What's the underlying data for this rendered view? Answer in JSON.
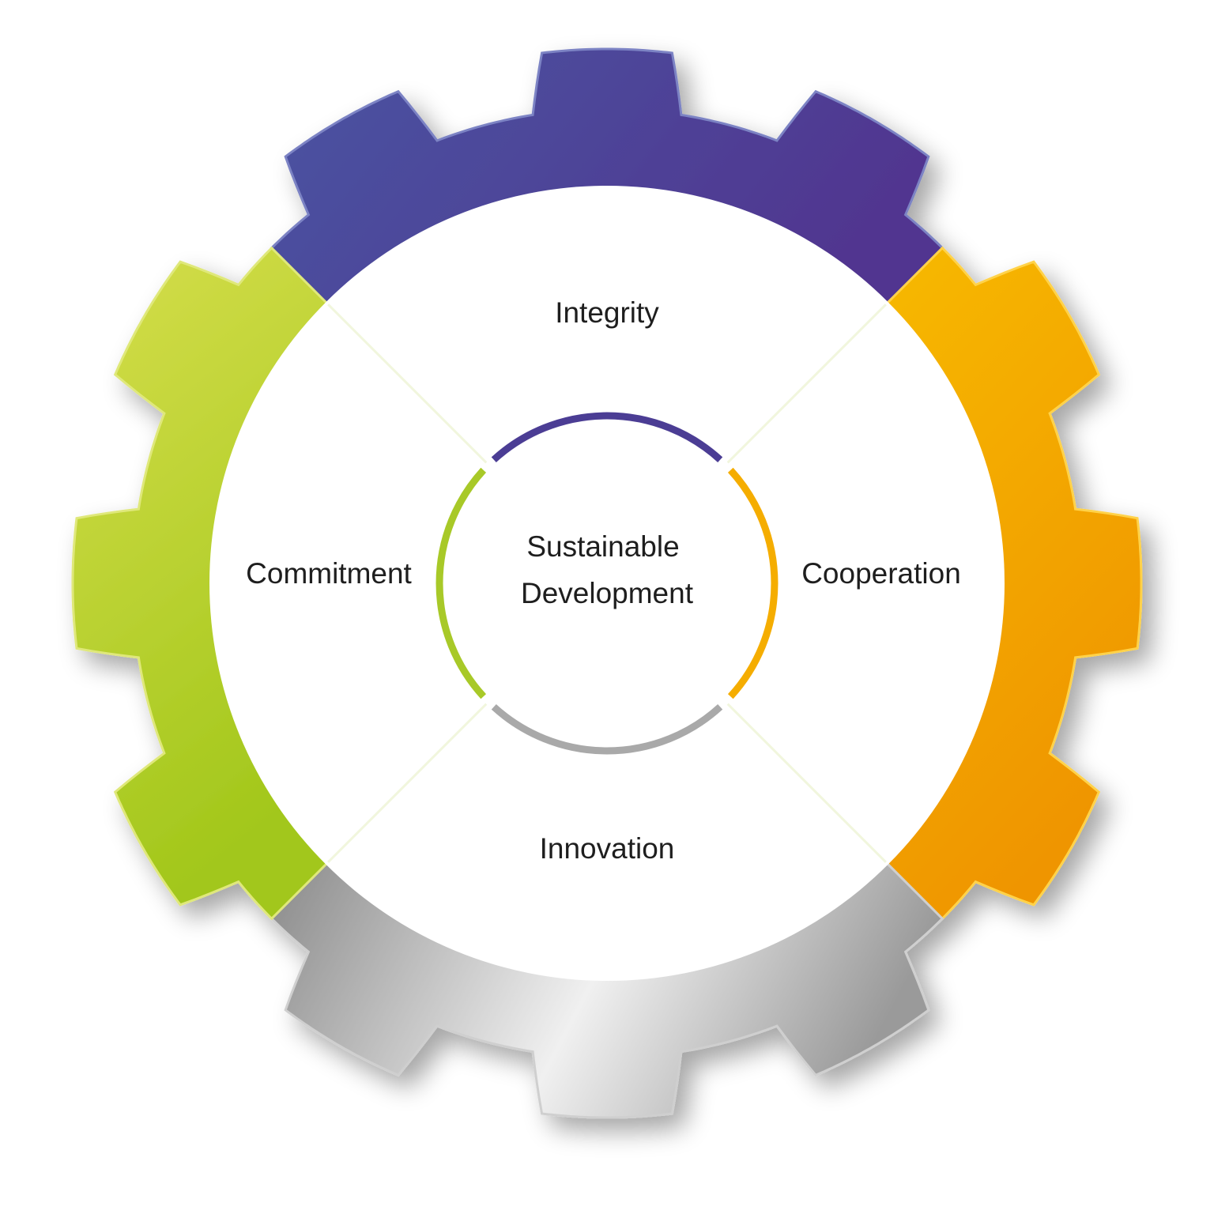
{
  "center": {
    "line1": "Sustainable",
    "line2": "Development"
  },
  "segments": [
    {
      "id": "top",
      "label": "Integrity",
      "icon": "gear-tooth-segment",
      "color": "#4b4b9a",
      "color_light": "#4a52a0",
      "color_dark": "#513893"
    },
    {
      "id": "right",
      "label": "Cooperation",
      "icon": "gear-tooth-segment",
      "color": "#f5a800",
      "color_light": "#f7b800",
      "color_dark": "#f09800"
    },
    {
      "id": "bottom",
      "label": "Innovation",
      "icon": "gear-tooth-segment",
      "color": "#b3b3b3",
      "color_light": "#e8e8e8",
      "color_dark": "#8c8c8c"
    },
    {
      "id": "left",
      "label": "Commitment",
      "icon": "gear-tooth-segment",
      "color": "#bcd32f",
      "color_light": "#d4dd4a",
      "color_dark": "#a3c81c"
    }
  ]
}
